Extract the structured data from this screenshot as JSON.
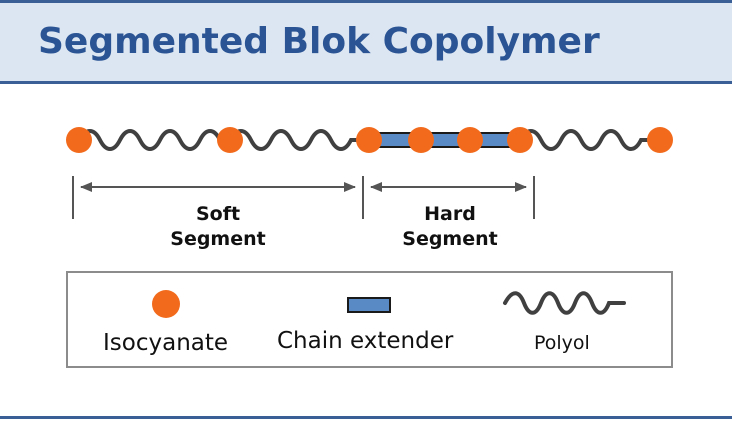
{
  "header": {
    "title": "Segmented Blok Copolymer"
  },
  "segments": {
    "soft_line1": "Soft",
    "soft_line2": "Segment",
    "hard_line1": "Hard",
    "hard_line2": "Segment"
  },
  "legend": {
    "isocyanate": "Isocyanate",
    "chain_extender": "Chain extender",
    "polyol": "Polyol"
  },
  "colors": {
    "isocyanate": "#f26b1d",
    "chain_extender": "#5a8ac6",
    "polyol": "#404040",
    "header_bg": "#dce6f2",
    "accent": "#3a5f96"
  }
}
